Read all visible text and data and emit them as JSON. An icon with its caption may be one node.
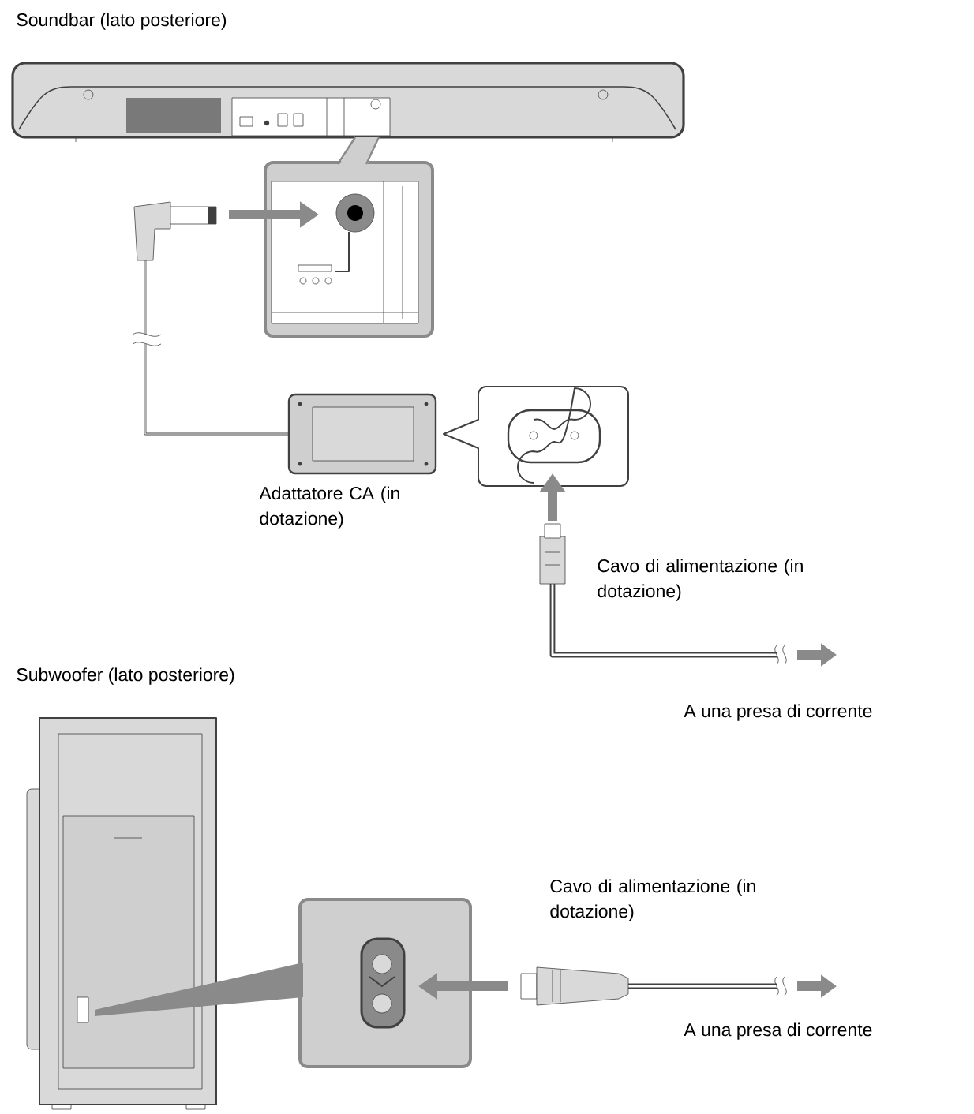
{
  "diagram": {
    "labels": [
      "Soundbar (lato posteriore)",
      "Adattatore CA (in dotazione)",
      "Cavo di alimentazione (in dotazione)",
      "A una presa di corrente",
      "Subwoofer (lato posteriore)",
      "Cavo di alimentazione (in dotazione)",
      "A una presa di corrente"
    ]
  }
}
